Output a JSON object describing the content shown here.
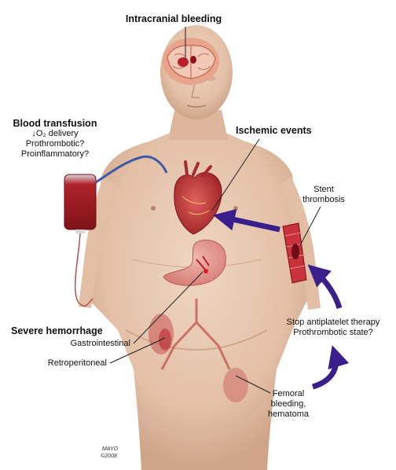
{
  "labels": {
    "intracranial": "Intracranial bleeding",
    "transfusion_title": "Blood transfusion",
    "transfusion_line1": "↓O₂ delivery",
    "transfusion_line2": "Prothrombotic?",
    "transfusion_line3": "Proinflammatory?",
    "ischemic": "Ischemic events",
    "stent_line1": "Stent",
    "stent_line2": "thrombosis",
    "severe": "Severe hemorrhage",
    "gastro": "Gastrointestinal",
    "retro": "Retroperitoneal",
    "stop_line1": "Stop antiplatelet therapy",
    "stop_line2": "Prothrombotic state?",
    "femoral_line1": "Femoral",
    "femoral_line2": "bleeding,",
    "femoral_line3": "hematoma"
  },
  "credit": {
    "line1": "MAYO",
    "line2": "©2008"
  },
  "colors": {
    "skin": "#e8c8b0",
    "skin_shadow": "#d4a98c",
    "blood": "#b8202a",
    "organ": "#c9413f",
    "arrow": "#3a1f8c",
    "tube_blue": "#3b5aa8",
    "leader": "#222222"
  }
}
